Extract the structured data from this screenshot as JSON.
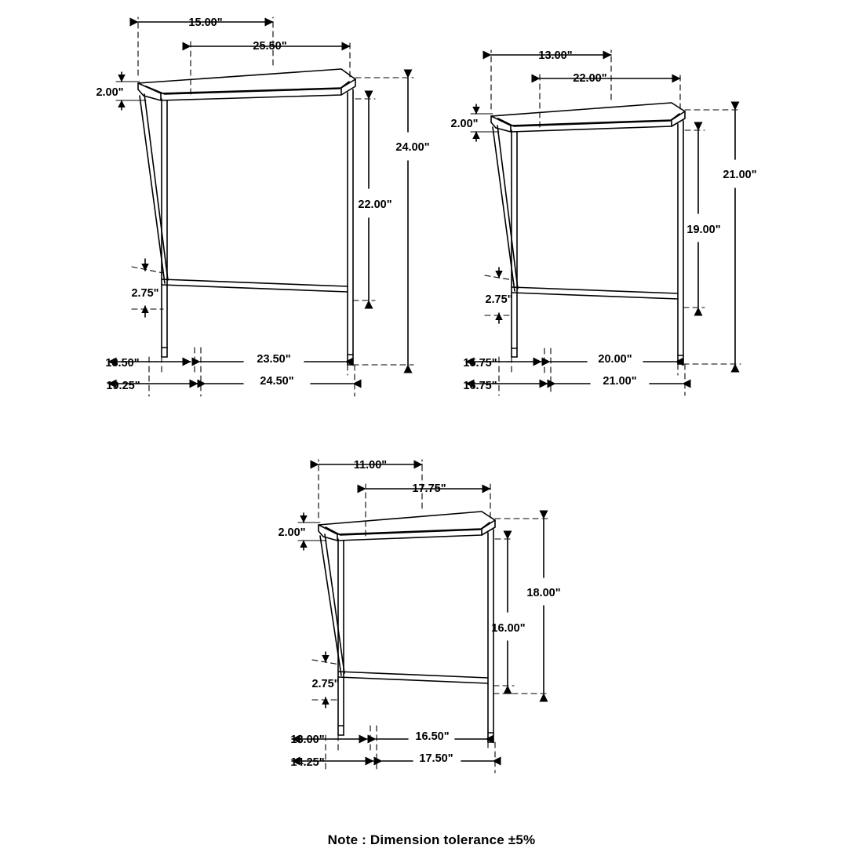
{
  "page": {
    "note": "Note : Dimension tolerance ±5%",
    "line_color": "#000000",
    "background": "#ffffff"
  },
  "diagram_type": "technical-dimension-drawing",
  "subject": "Set of three nesting end tables (triangular glass top, metal frame)",
  "tables": [
    {
      "id": "table-large",
      "name": "Large nesting table",
      "dimensions": {
        "top_width_front": "15.00\"",
        "top_width_back": "25.50\"",
        "top_thickness": "2.00\"",
        "overall_height": "24.00\"",
        "apron_height": "22.00\"",
        "stretcher_height": "2.75\"",
        "base_depth_front": "18.50\"",
        "base_depth_back": "19.25\"",
        "base_width_inner": "23.50\"",
        "base_width_outer": "24.50\""
      }
    },
    {
      "id": "table-medium",
      "name": "Medium nesting table",
      "dimensions": {
        "top_width_front": "13.00\"",
        "top_width_back": "22.00\"",
        "top_thickness": "2.00\"",
        "overall_height": "21.00\"",
        "apron_height": "19.00\"",
        "stretcher_height": "2.75\"",
        "base_depth_front": "15.75\"",
        "base_depth_back": "16.75\"",
        "base_width_inner": "20.00\"",
        "base_width_outer": "21.00\""
      }
    },
    {
      "id": "table-small",
      "name": "Small nesting table",
      "dimensions": {
        "top_width_front": "11.00\"",
        "top_width_back": "17.75\"",
        "top_thickness": "2.00\"",
        "overall_height": "18.00\"",
        "apron_height": "16.00\"",
        "stretcher_height": "2.75\"",
        "base_depth_front": "13.00\"",
        "base_depth_back": "14.25\"",
        "base_width_inner": "16.50\"",
        "base_width_outer": "17.50\""
      }
    }
  ]
}
